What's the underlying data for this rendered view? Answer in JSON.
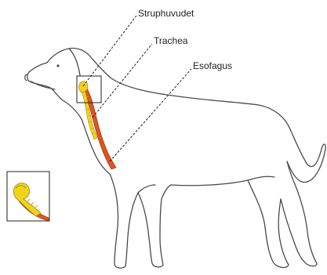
{
  "labels": {
    "larynx": "Struphuvudet",
    "trachea": "Trachea",
    "esophagus": "Esofagus"
  },
  "colors": {
    "outline": "#4a4a4a",
    "esophagus": "#e0531f",
    "trachea": "#f2d21b",
    "trachea_shadow": "#c9a916",
    "leader_line": "#222222",
    "box": "#222222"
  }
}
